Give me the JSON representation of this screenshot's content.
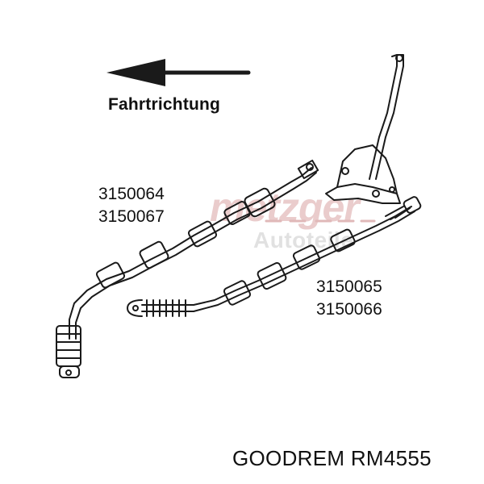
{
  "diagram": {
    "direction_label": "Fahrtrichtung",
    "part_numbers_left": [
      "3150064",
      "3150067"
    ],
    "part_numbers_right": [
      "3150065",
      "3150066"
    ],
    "watermark_brand": "metzger",
    "watermark_sub": "Autoteile",
    "footer_brand": "GOODREM RM4555",
    "colors": {
      "line": "#1a1a1a",
      "watermark_red": "#d9a3a3",
      "watermark_grey": "#c9c9c9"
    }
  }
}
